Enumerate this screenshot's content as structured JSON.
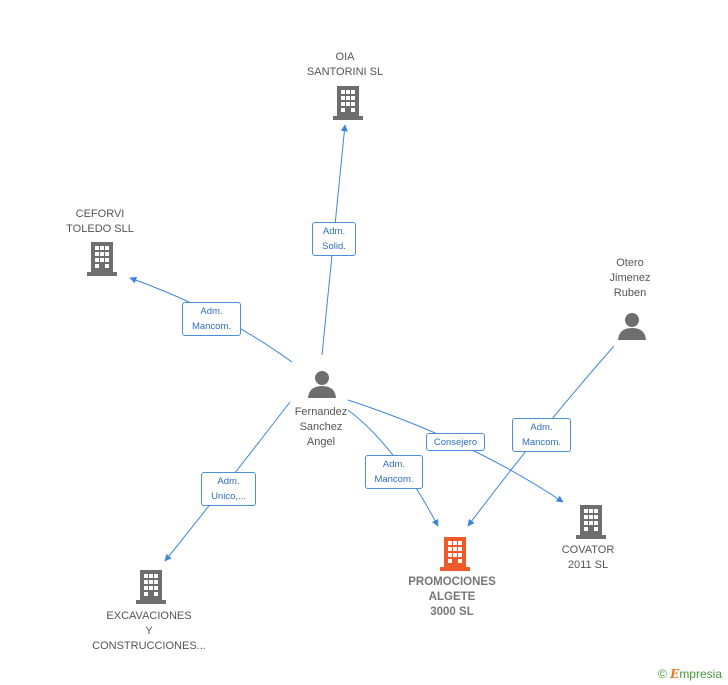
{
  "colors": {
    "edge": "#3f86d6",
    "company": "#6e6e6e",
    "focus": "#f05a2a",
    "person": "#6e6e6e"
  },
  "nodes": {
    "oia": "OIA\nSANTORINI SL",
    "ceforvi": "CEFORVI\nTOLEDO SLL",
    "otero": "Otero\nJimenez\nRuben",
    "fernandez": "Fernandez\nSanchez\nAngel",
    "covator": "COVATOR\n2011 SL",
    "promociones": "PROMOCIONES\nALGETE\n3000 SL",
    "excavaciones": "EXCAVACIONES\nY\nCONSTRUCCIONES..."
  },
  "relations": {
    "oia": "Adm.\nSolid.",
    "ceforvi": "Adm.\nMancom.",
    "promociones": "Adm.\nMancom.",
    "covator": "Consejero",
    "otero": "Adm.\nMancom.",
    "excavaciones": "Adm.\nUnico,..."
  },
  "footer": {
    "copyright": "©",
    "brand_e": "E",
    "brand_rest": "mpresia"
  }
}
